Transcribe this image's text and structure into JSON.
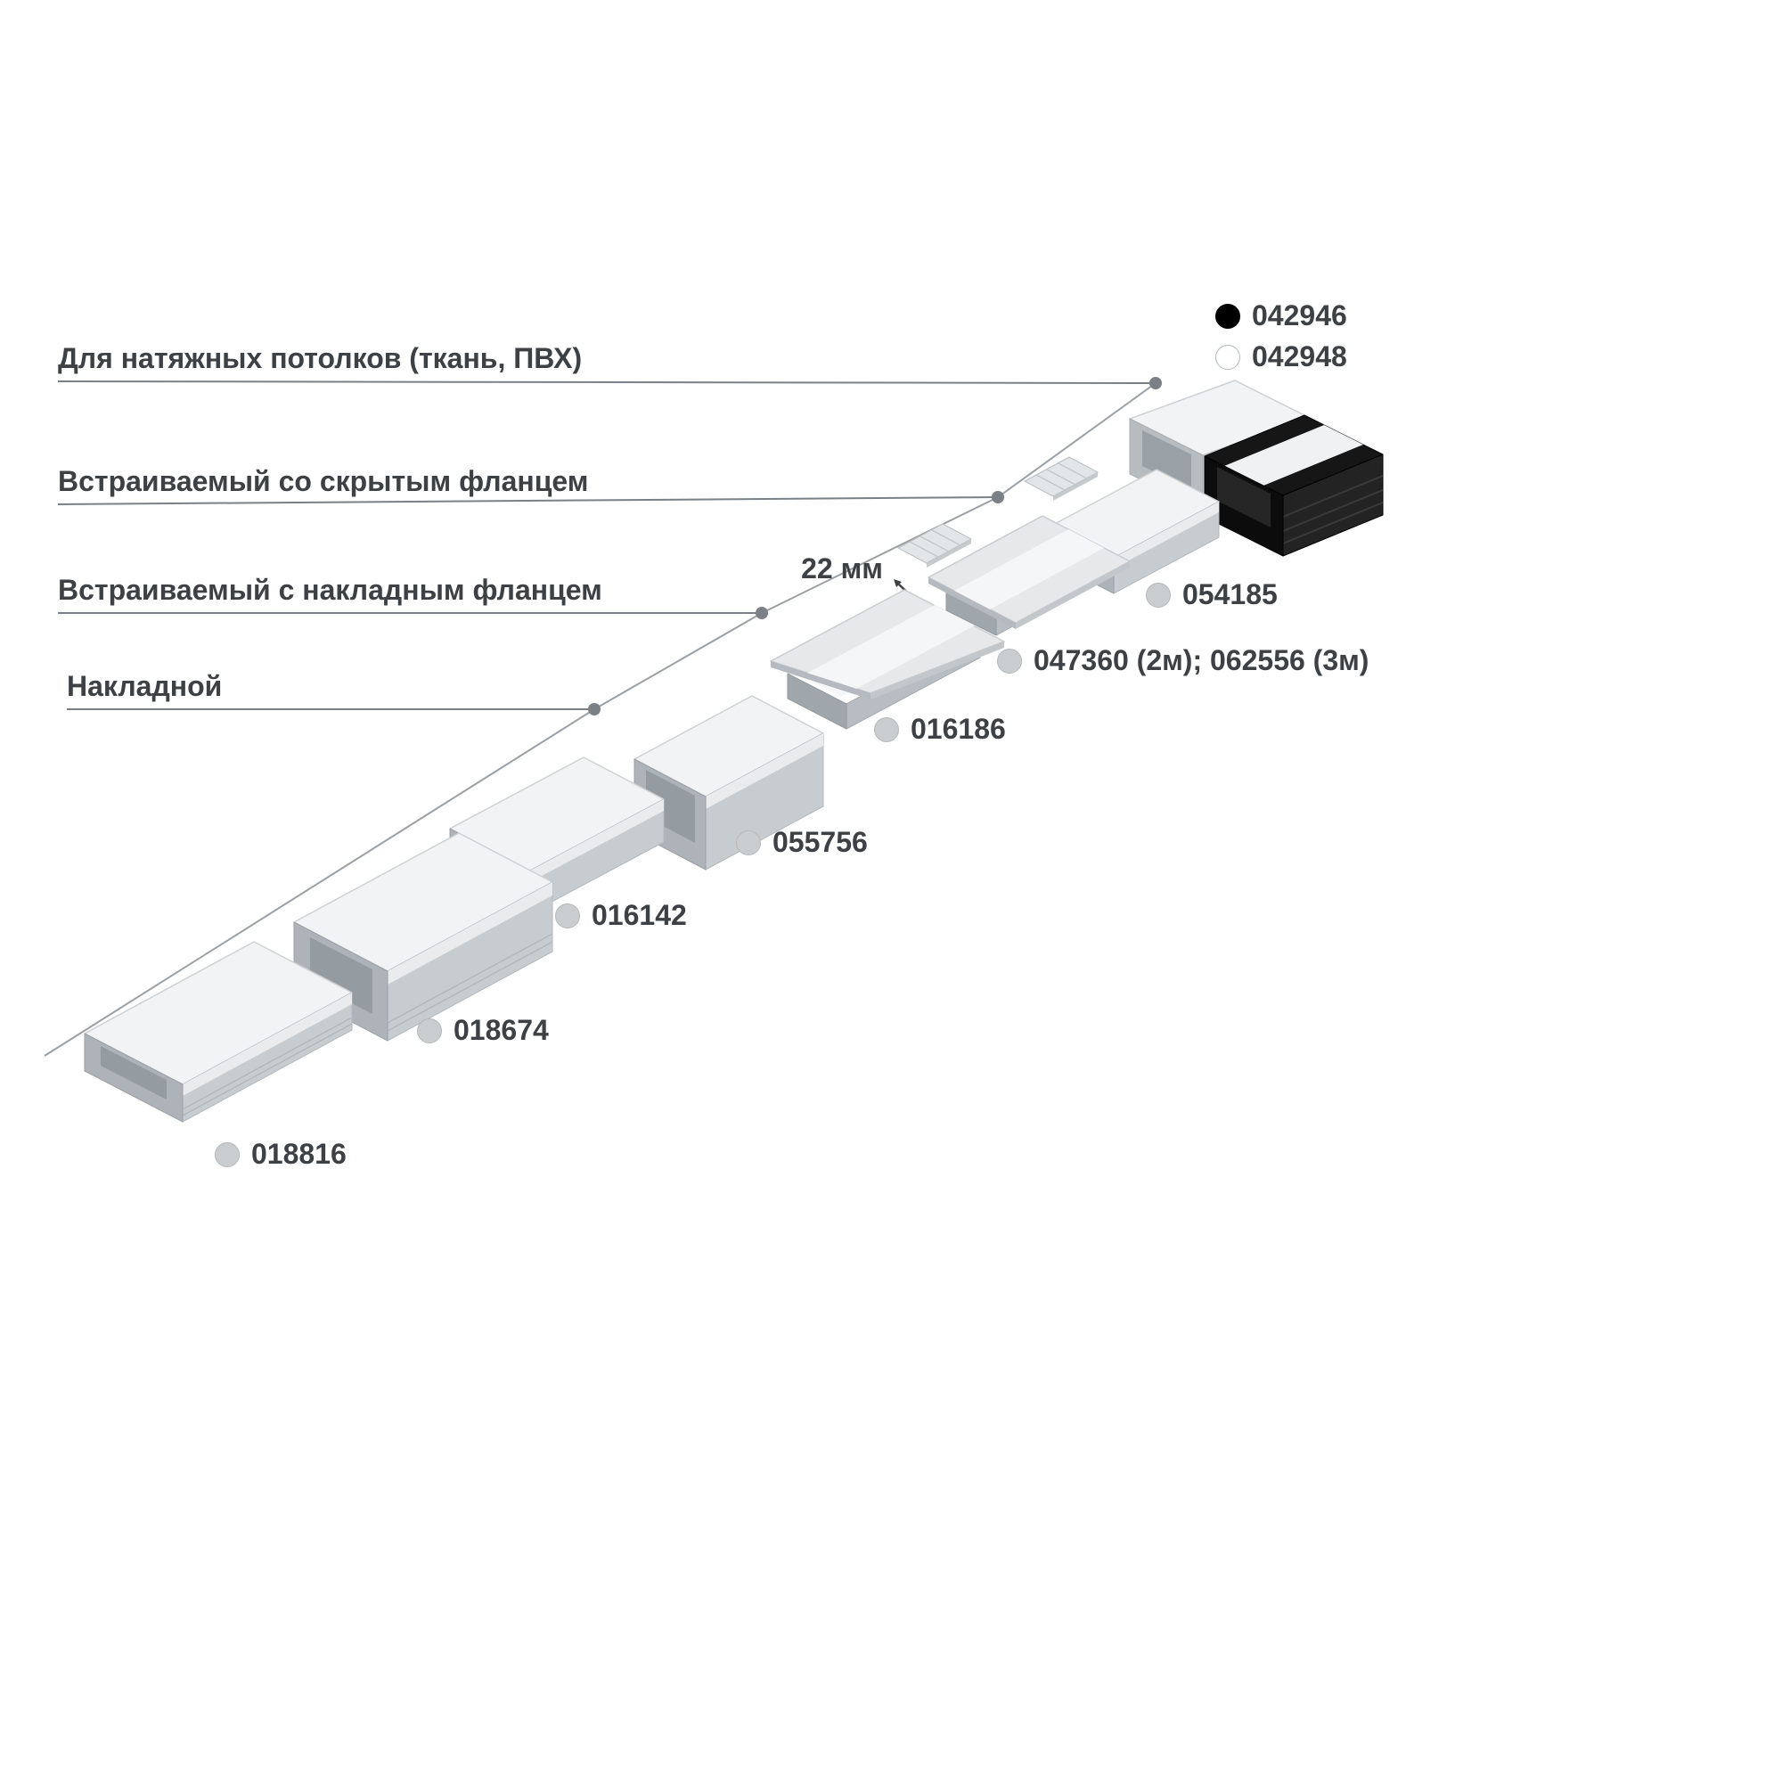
{
  "categories": [
    {
      "label": "Для натяжных потолков (ткань, ПВХ)"
    },
    {
      "label": "Встраиваемый со скрытым фланцем"
    },
    {
      "label": "Встраиваемый с накладным фланцем"
    },
    {
      "label": "Накладной"
    }
  ],
  "legend": [
    {
      "code": "042946",
      "marker_color": "#000000"
    },
    {
      "code": "042948",
      "marker_color": "#ffffff"
    }
  ],
  "products": [
    {
      "code": "018816",
      "marker_color": "#c9cdd0"
    },
    {
      "code": "018674",
      "marker_color": "#c9cdd0"
    },
    {
      "code": "016142",
      "marker_color": "#c9cdd0"
    },
    {
      "code": "055756",
      "marker_color": "#c9cdd0"
    },
    {
      "code": "016186",
      "marker_color": "#c9cdd0"
    },
    {
      "code": "047360 (2м); 062556 (3м)",
      "marker_color": "#c9cdd0"
    },
    {
      "code": "054185",
      "marker_color": "#c9cdd0"
    }
  ],
  "dimension": {
    "label": "22 мм"
  },
  "colors": {
    "text": "#3d4145",
    "leader_line": "#7a8085",
    "base_line": "#9aa0a5",
    "marker_gray": "#c9cdd0"
  }
}
